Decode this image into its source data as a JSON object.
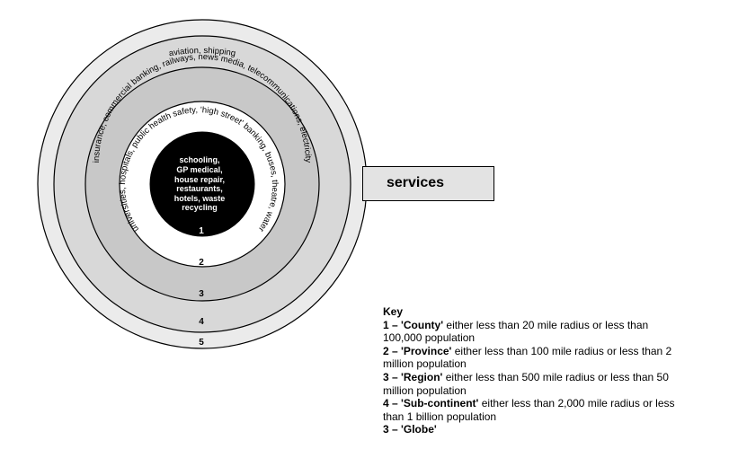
{
  "diagram": {
    "rings": [
      {
        "number": "1",
        "core_lines": [
          "schooling,",
          "GP medical,",
          "house repair,",
          "restaurants,",
          "hotels, waste",
          "recycling"
        ]
      },
      {
        "number": "2",
        "label": "universities, hospitals, public health safety, 'high street' banking, buses, theatre, water"
      },
      {
        "number": "3",
        "label": "insurance, commercial banking, railways, news media, telecommunications, electricity"
      },
      {
        "number": "4",
        "label": "aviation, shipping"
      },
      {
        "number": "5"
      }
    ],
    "colors": {
      "core": "#000000",
      "ring2": "#ffffff",
      "ring3": "#c8c8c8",
      "ring4": "#d8d8d8",
      "ring5": "#ebebeb",
      "outline": "#000000"
    }
  },
  "services": {
    "label": "services"
  },
  "key": {
    "title": "Key",
    "items": [
      {
        "id": "1 – ",
        "name": "'County'",
        "text": " either less than 20 mile radius or less than 100,000 population"
      },
      {
        "id": "2 – ",
        "name": "'Province'",
        "text": " either less than 100 mile radius or less than 2 million population"
      },
      {
        "id": "3 – ",
        "name": "'Region'",
        "text": " either less than 500 mile radius or less than 50 million population"
      },
      {
        "id": "4 – ",
        "name": "'Sub-continent'",
        "text": " either less than 2,000 mile radius or less than 1 billion population"
      },
      {
        "id": "3 – ",
        "name": "'Globe'",
        "text": ""
      }
    ]
  }
}
